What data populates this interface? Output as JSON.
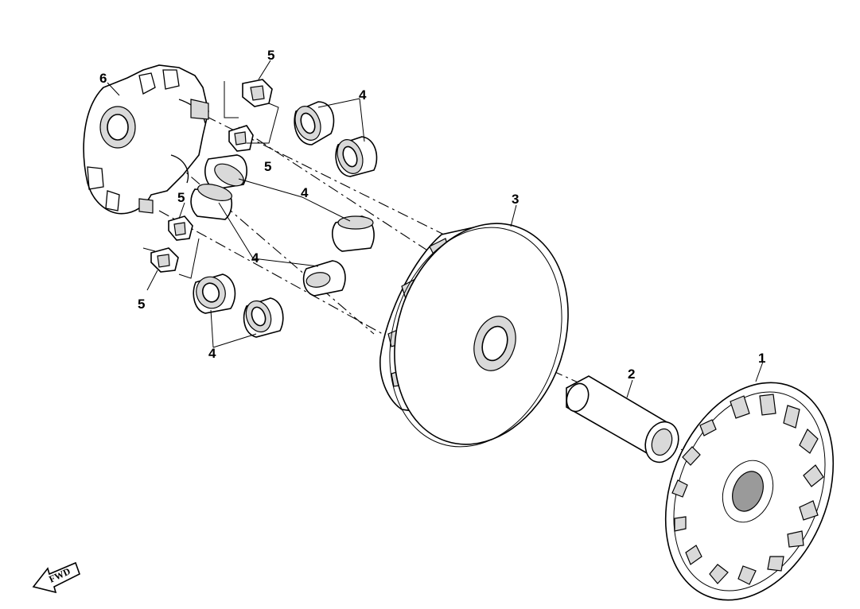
{
  "diagram": {
    "callouts": [
      {
        "id": "c1",
        "label": "1"
      },
      {
        "id": "c2",
        "label": "2"
      },
      {
        "id": "c3",
        "label": "3"
      },
      {
        "id": "c4a",
        "label": "4"
      },
      {
        "id": "c4b",
        "label": "4"
      },
      {
        "id": "c4c",
        "label": "4"
      },
      {
        "id": "c4d",
        "label": "4"
      },
      {
        "id": "c5a",
        "label": "5"
      },
      {
        "id": "c5b",
        "label": "5"
      },
      {
        "id": "c5c",
        "label": "5"
      },
      {
        "id": "c5d",
        "label": "5"
      },
      {
        "id": "c6",
        "label": "6"
      }
    ],
    "fwd_label": "FWD"
  }
}
